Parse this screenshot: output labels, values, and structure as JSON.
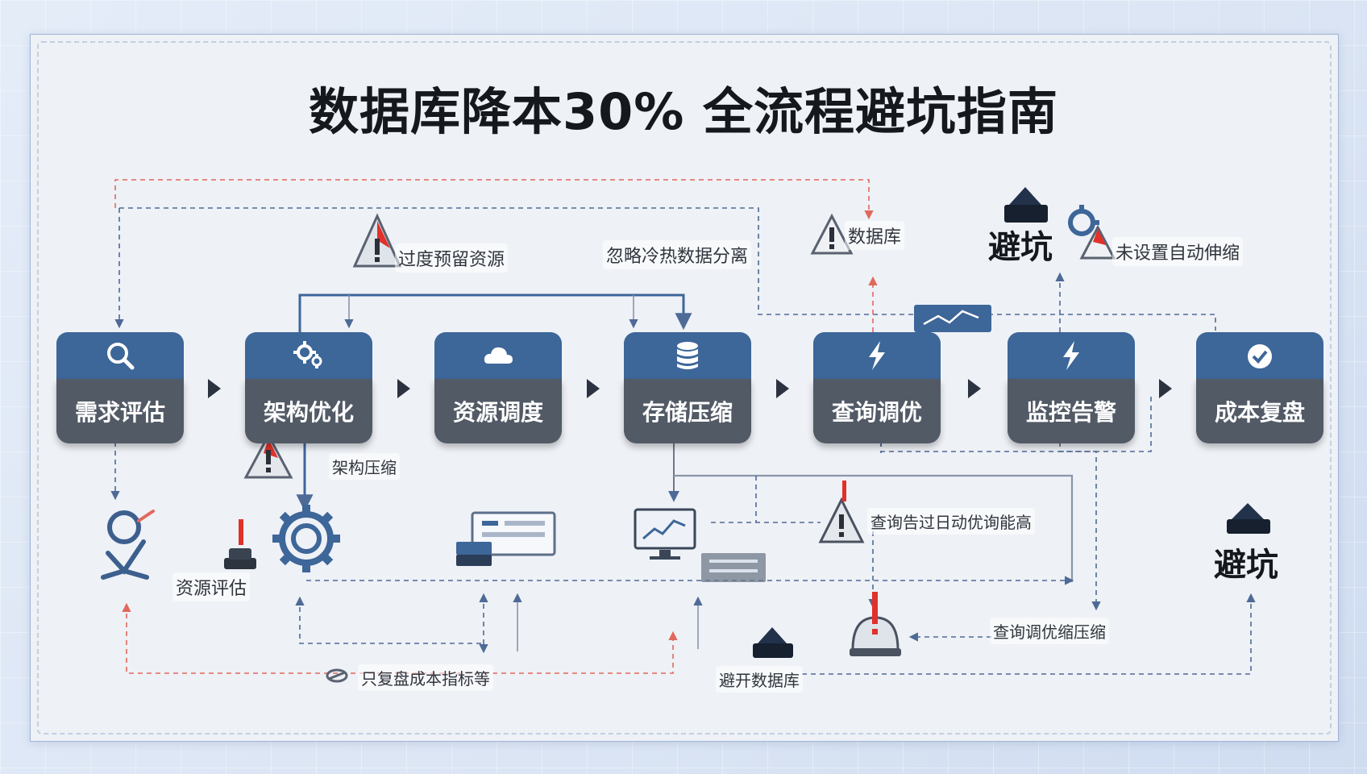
{
  "title": "数据库降本30% 全流程避坑指南",
  "steps": [
    {
      "label": "需求评估",
      "icon": "magnifier-icon"
    },
    {
      "label": "架构优化",
      "icon": "gears-icon"
    },
    {
      "label": "资源调度",
      "icon": "cloud-icon"
    },
    {
      "label": "存储压缩",
      "icon": "database-icon"
    },
    {
      "label": "查询调优",
      "icon": "lightning-icon"
    },
    {
      "label": "监控告警",
      "icon": "lightning-icon"
    },
    {
      "label": "成本复盘",
      "icon": "checkmark-icon"
    }
  ],
  "notes": {
    "overprovision": "过度预留资源",
    "hot_cold": "忽略冷热数据分离",
    "database_warning": "数据库",
    "pitfall": "避坑",
    "autoscale": "未设置自动伸缩",
    "arch_note": "架构压缩",
    "query_alert": "查询告过日动优询能高",
    "resource_note": "资源评估",
    "bottom_left": "只复盘成本指标等",
    "bottom_mid": "避开数据库",
    "bottom_right": "查询调优缩压缩",
    "pitfall_right": "避坑"
  },
  "colors": {
    "step_top": "#3d6699",
    "step_bottom": "#525a66",
    "blue_dash": "#4e6a96",
    "red_dash": "#e0695d",
    "warning_red": "#e0312a"
  }
}
